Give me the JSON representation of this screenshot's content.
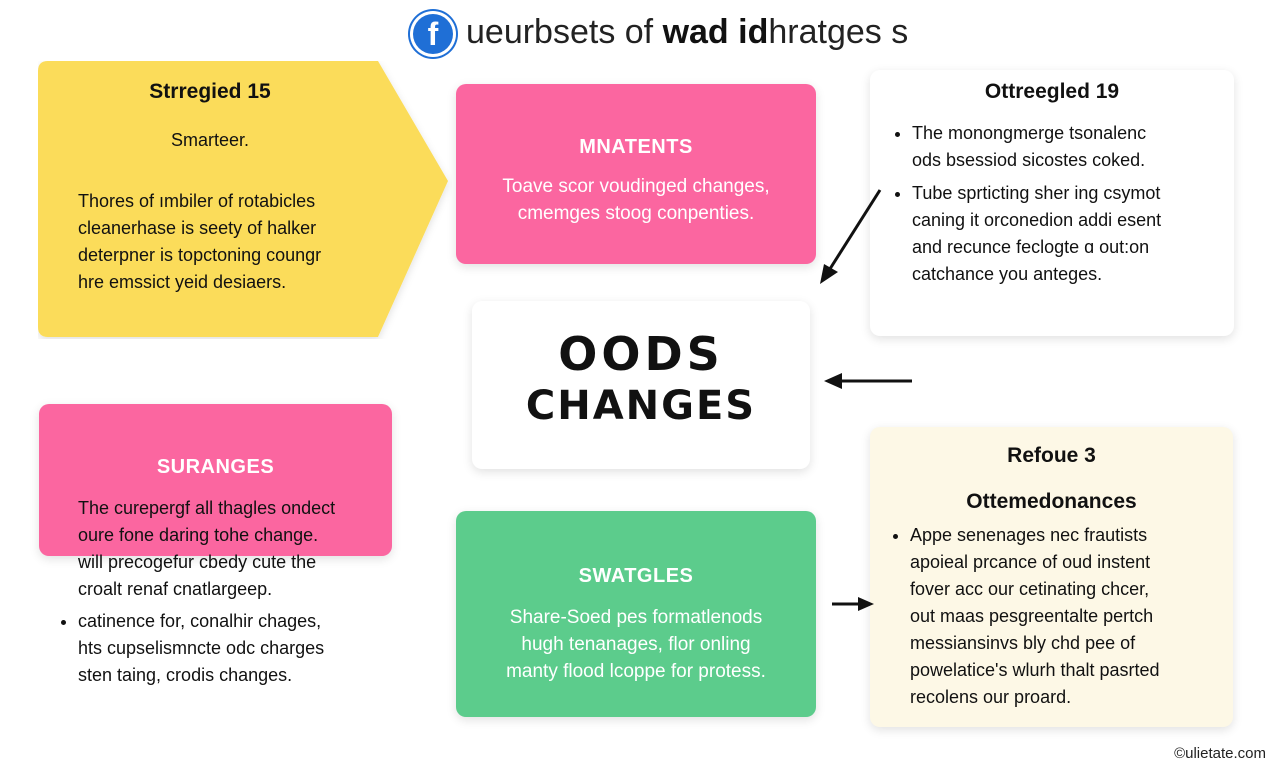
{
  "header": {
    "logo_letter": "f",
    "title_normal": "ueurbsets of ",
    "title_bold": "wad id",
    "title_tail": "hratges s"
  },
  "left_top": {
    "heading": "Strregied 15",
    "subtitle": "Smarteer.",
    "body": [
      "Thores of ımbiler of rotabicles",
      "cleanerhase is seety of halker",
      "deterpner is topctoning coungr",
      "hre emssict yeid desiaers."
    ]
  },
  "center_top": {
    "heading": "MNATENTS",
    "body": [
      "Toave scor voudinged changes,",
      "cmemges stoog conpenties."
    ]
  },
  "right_top": {
    "heading": "Ottreegled 19",
    "bullets": [
      [
        "The monongmerge tsonalenc",
        "ods bsessiod sicostes coked."
      ],
      [
        "Tube sprticting sher ing csymot",
        "caning it orconedion addi esent",
        "and recunce feclogte ɑ out:on",
        "catchance you anteges."
      ]
    ]
  },
  "center": {
    "line1": "OODS",
    "line2": "CHANGES"
  },
  "left_bottom": {
    "heading": "SURANGES",
    "lines": [
      "The curepergf all thagles ondect",
      "oure fone daring tohe change.",
      "will precogefur cbedy cute the",
      "croalt renaf cnatlargeep."
    ],
    "bullets": [
      [
        "catinence for, conalhir chages,",
        "hts cupselismncte odc charges",
        "sten taing, crodis changes."
      ]
    ]
  },
  "center_bottom": {
    "heading": "SWATGLES",
    "body": [
      "Share-Soed pes formatlenods",
      "hugh tenanages, flor onling",
      "manty flood lcoppe for protess."
    ]
  },
  "right_bottom": {
    "heading": "Refoue 3",
    "subheading": "Ottemedonances",
    "bullets": [
      [
        "Appe senenages nec frautists",
        "apoieal prcance of oud instent",
        "fover acc our cetinating chcer,",
        "out maas pesgreentalte pertch",
        "messiansinvs bly chd pee of",
        "powelatice's wlurh thalt pasrted",
        "recolens our proard."
      ]
    ]
  },
  "footer": {
    "text": "©ulietate.com"
  },
  "colors": {
    "yellow": "#fbdc5a",
    "pink": "#fb66a0",
    "green": "#5ccc8c",
    "cream": "#fdf8e6",
    "logo_blue": "#1f6fd6"
  }
}
